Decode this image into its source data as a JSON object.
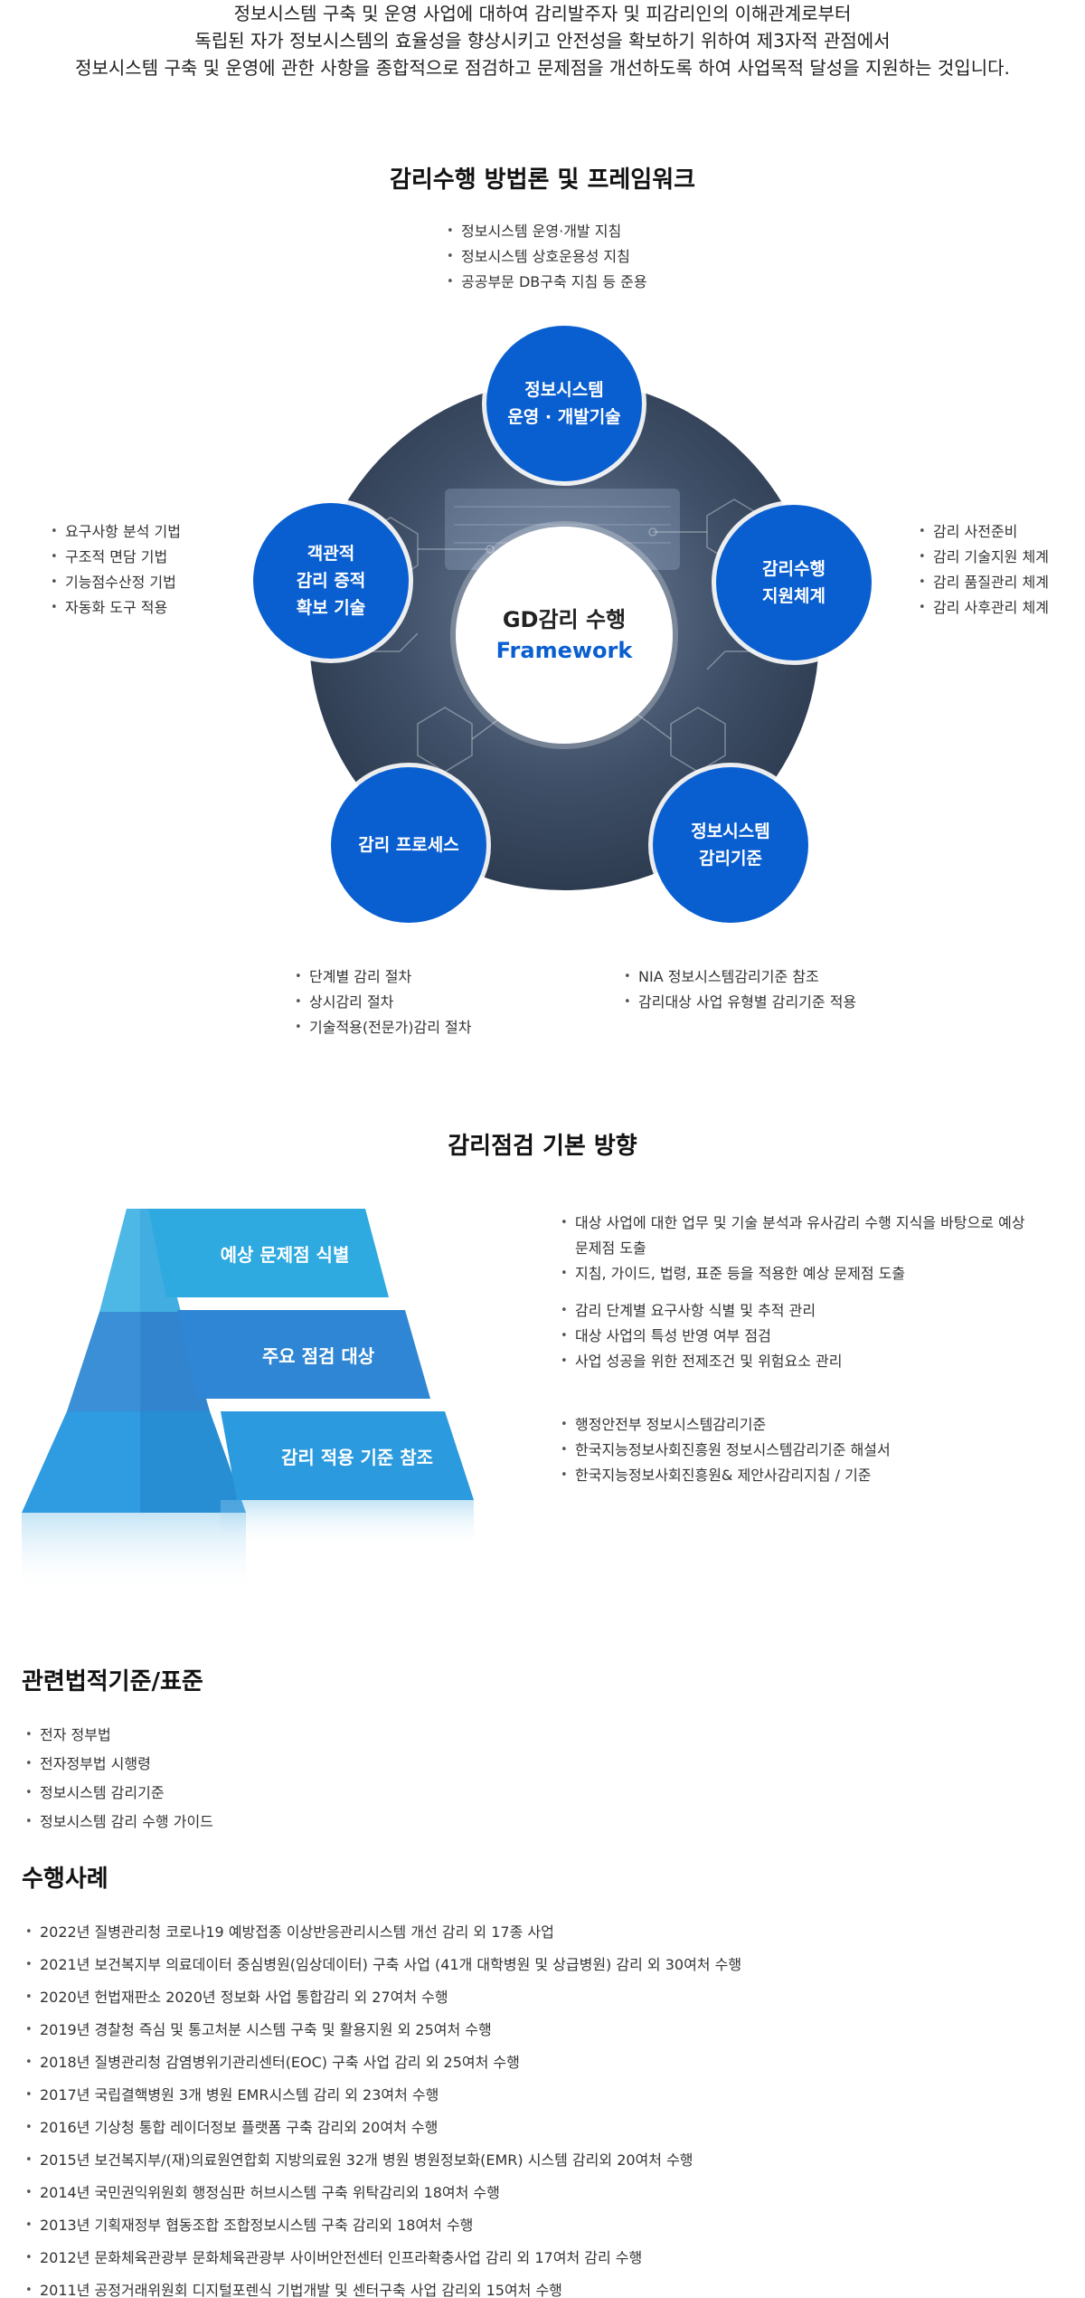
{
  "intro": {
    "line1": "정보시스템 구축 및 운영 사업에 대하여 감리발주자 및 피감리인의 이해관계로부터",
    "line2": "독립된 자가 정보시스템의 효율성을 향상시키고 안전성을 확보하기 위하여 제3자적 관점에서",
    "line3": "정보시스템 구축 및 운영에 관한 사항을 종합적으로 점검하고 문제점을 개선하도록 하여 사업목적 달성을 지원하는 것입니다."
  },
  "framework": {
    "title": "감리수행 방법론 및 프레임워크",
    "center_line1": "GD감리 수행",
    "center_line2": "Framework",
    "nodes": {
      "top": {
        "line1": "정보시스템",
        "line2": "운영 · 개발기술"
      },
      "right": {
        "line1": "감리수행",
        "line2": "지원체계"
      },
      "bottom_right": {
        "line1": "정보시스템",
        "line2": "감리기준"
      },
      "bottom_left": {
        "line1": "감리 프로세스"
      },
      "left": {
        "line1": "객관적",
        "line2": "감리 증적",
        "line3": "확보 기술"
      }
    },
    "bullets_top": [
      "정보시스템 운영·개발 지침",
      "정보시스템 상호운용성 지침",
      "공공부문 DB구축 지침 등 준용"
    ],
    "bullets_left": [
      "요구사항 분석 기법",
      "구조적 면담 기법",
      "기능점수산정 기법",
      "자동화 도구 적용"
    ],
    "bullets_right": [
      "감리 사전준비",
      "감리 기술지원 체계",
      "감리 품질관리 체계",
      "감리 사후관리 체계"
    ],
    "bullets_bottom_left": [
      "단계별 감리 절차",
      "상시감리 절차",
      "기술적용(전문가)감리 절차"
    ],
    "bullets_bottom_right": [
      "NIA 정보시스템감리기준 참조",
      "감리대상 사업 유형별 감리기준 적용"
    ]
  },
  "direction": {
    "title": "감리점검 기본 방향",
    "bands": [
      "예상 문제점 식별",
      "주요 점검 대상",
      "감리 적용 기준 참조"
    ],
    "group1": [
      "대상 사업에 대한 업무 및 기술 분석과 유사감리 수행 지식을 바탕으로 예상",
      "문제점 도출",
      "지침, 가이드, 법령, 표준 등을 적용한 예상 문제점 도출"
    ],
    "group2": [
      "감리 단계별 요구사항 식별 및 추적 관리",
      "대상 사업의 특성 반영 여부 점검",
      "사업 성공을 위한 전제조건 및 위험요소 관리"
    ],
    "group3": [
      "행정안전부 정보시스템감리기준",
      "한국지능정보사회진흥원 정보시스템감리기준 해설서",
      "한국지능정보사회진흥원& 제안사감리지침 / 기준"
    ]
  },
  "standards": {
    "title": "관련법적기준/표준",
    "items": [
      "전자 정부법",
      "전자정부법 시행령",
      "정보시스템 감리기준",
      "정보시스템 감리 수행 가이드"
    ]
  },
  "cases": {
    "title": "수행사례",
    "items": [
      "2022년 질병관리청 코로나19 예방접종 이상반응관리시스템 개선 감리 외 17종 사업",
      "2021년 보건복지부 의료데이터 중심병원(임상데이터) 구축 사업 (41개 대학병원 및 상급병원) 감리 외 30여처 수행",
      "2020년 헌법재판소 2020년 정보화 사업 통합감리 외 27여처 수행",
      "2019년 경찰청 즉심 및 통고처분 시스템 구축 및 활용지원 외 25여처 수행",
      "2018년 질병관리청 감염병위기관리센터(EOC) 구축 사업 감리 외 25여처 수행",
      "2017년 국립결핵병원 3개 병원 EMR시스템 감리 외 23여처 수행",
      "2016년 기상청 통합 레이더정보 플랫폼 구축 감리외 20여처 수행",
      "2015년 보건복지부/(재)의료원연합회 지방의료원 32개 병원 병원정보화(EMR) 시스템 감리외 20여처 수행",
      "2014년 국민권익위원회 행정심판 허브시스템 구축 위탁감리외  18여처 수행",
      "2013년 기획재정부 협동조합 조합정보시스템 구축 감리외 18여처 수행",
      "2012년 문화체육관광부 문화체육관광부 사이버안전센터 인프라확충사업 감리 외 17여처 감리 수행",
      "2011년 공정거래위원회 디지털포렌식 기법개발 및 센터구축 사업 감리외 15여처 수행"
    ]
  },
  "colors": {
    "primary_blue": "#0a5fd0",
    "band1": "#29a8de",
    "band2": "#2f86d4",
    "band3": "#2b9ade"
  }
}
